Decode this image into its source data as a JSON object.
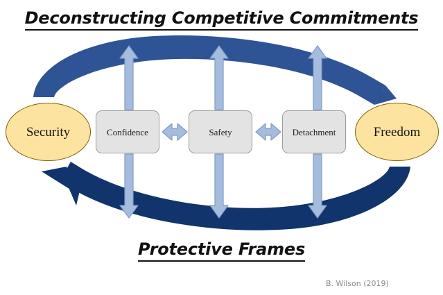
{
  "diagram": {
    "title_top": "Deconstructing Competitive Commitments",
    "title_bottom": "Protective Frames",
    "credit": "B. Wilson (2019)",
    "poles": [
      {
        "id": "security",
        "label": "Security"
      },
      {
        "id": "freedom",
        "label": "Freedom"
      }
    ],
    "frames": [
      {
        "id": "confidence",
        "label": "Confidence"
      },
      {
        "id": "safety",
        "label": "Safety"
      },
      {
        "id": "detachment",
        "label": "Detachment"
      }
    ],
    "connectors": {
      "horizontal": [
        {
          "id": "confidence-safety",
          "type": "double-arrow-horizontal"
        },
        {
          "id": "safety-detachment",
          "type": "double-arrow-horizontal"
        }
      ],
      "vertical_up": [
        {
          "id": "confidence-up",
          "type": "arrow-up"
        },
        {
          "id": "safety-up",
          "type": "arrow-up"
        },
        {
          "id": "detachment-up",
          "type": "arrow-up"
        }
      ],
      "vertical_down": [
        {
          "id": "confidence-down",
          "type": "arrow-down"
        },
        {
          "id": "safety-down",
          "type": "arrow-down"
        },
        {
          "id": "detachment-down",
          "type": "arrow-down"
        }
      ],
      "curved": [
        {
          "id": "top-arc",
          "type": "curved-arrow",
          "from": "security",
          "to": "freedom"
        },
        {
          "id": "bottom-arc",
          "type": "curved-arrow",
          "from": "freedom",
          "to": "security"
        }
      ]
    },
    "colors": {
      "background": "#FFFFFF",
      "pole_fill": "#FCE3A0",
      "pole_stroke": "#7F6000",
      "frame_fill": "#E3E3E3",
      "frame_stroke": "#9C9C9C",
      "small_arrow_fill": "#A6BCDD",
      "small_arrow_stroke": "#7E9BC9",
      "top_arc": "#2E5496",
      "bottom_arc": "#10346B",
      "title_text": "#111111",
      "credit_text": "#8A8A8A"
    }
  }
}
